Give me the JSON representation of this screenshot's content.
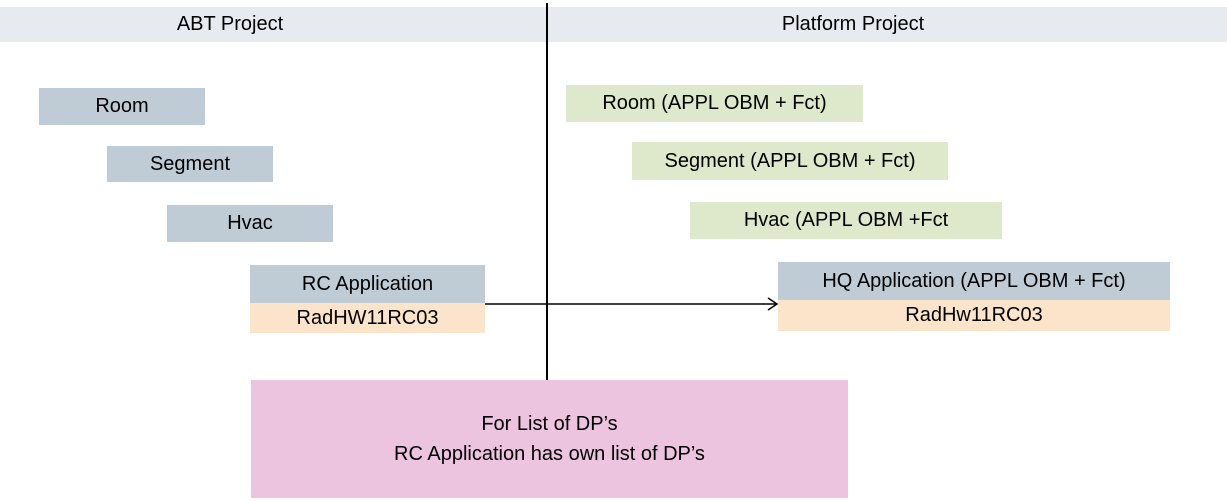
{
  "header": {
    "left_title": "ABT Project",
    "right_title": "Platform Project"
  },
  "abt": {
    "room": "Room",
    "segment": "Segment",
    "hvac": "Hvac",
    "rc_application": "RC Application",
    "rc_version": "RadHW11RC03"
  },
  "platform": {
    "room": "Room (APPL OBM + Fct)",
    "segment": "Segment (APPL OBM + Fct)",
    "hvac": "Hvac (APPL OBM +Fct",
    "hq_application": "HQ Application (APPL OBM + Fct)",
    "hq_version": "RadHw11RC03"
  },
  "note": {
    "line1": "For List of DP’s",
    "line2": "RC Application has own list of DP’s"
  },
  "colors": {
    "header_band": "#e7ebef",
    "box_blue_gray": "#bfccd6",
    "box_green": "#dee8ca",
    "box_peach": "#fce4ca",
    "box_pink": "#edc4e0",
    "connector": "#000000"
  }
}
